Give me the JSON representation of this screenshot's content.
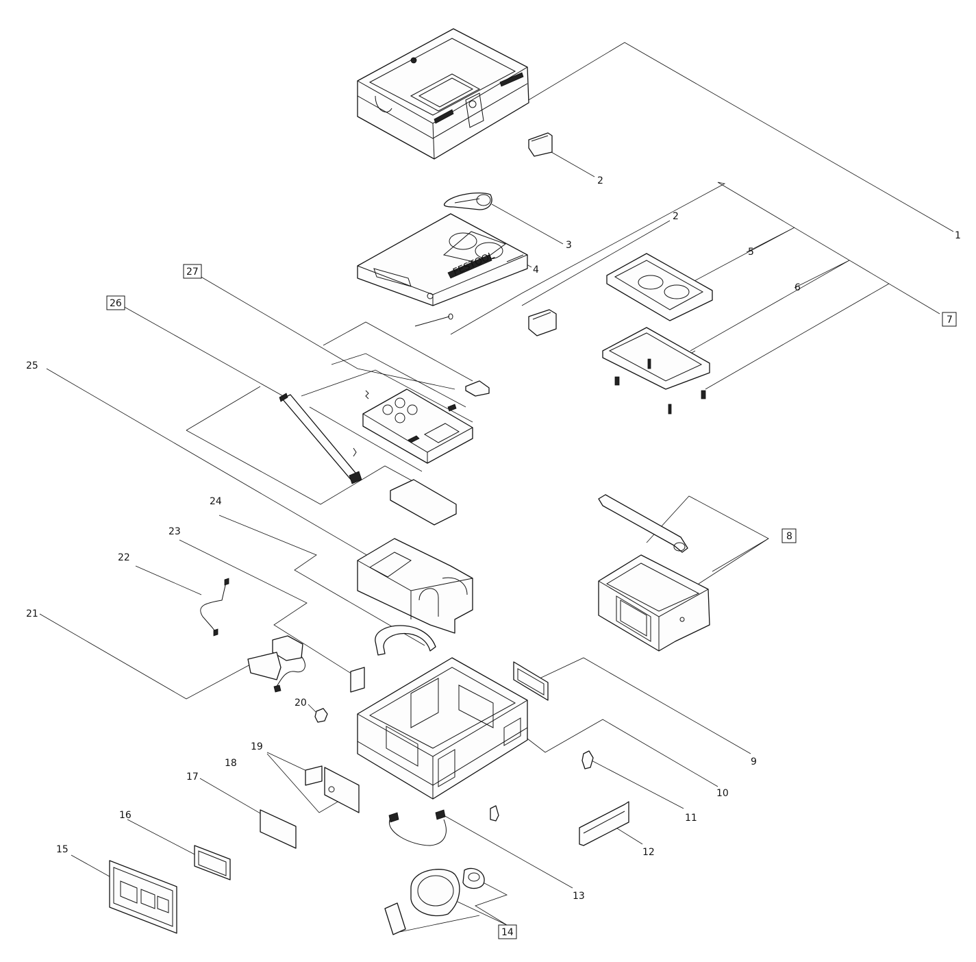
{
  "diagram": {
    "callouts": [
      {
        "id": "c1",
        "text": "1",
        "boxed": false
      },
      {
        "id": "c2a",
        "text": "2",
        "boxed": false
      },
      {
        "id": "c2b",
        "text": "2",
        "boxed": false
      },
      {
        "id": "c3",
        "text": "3",
        "boxed": false
      },
      {
        "id": "c4",
        "text": "4",
        "boxed": false
      },
      {
        "id": "c5",
        "text": "5",
        "boxed": false
      },
      {
        "id": "c6",
        "text": "6",
        "boxed": false
      },
      {
        "id": "c7",
        "text": "7",
        "boxed": true
      },
      {
        "id": "c8",
        "text": "8",
        "boxed": true
      },
      {
        "id": "c9",
        "text": "9",
        "boxed": false
      },
      {
        "id": "c10",
        "text": "10",
        "boxed": false
      },
      {
        "id": "c11",
        "text": "11",
        "boxed": false
      },
      {
        "id": "c12",
        "text": "12",
        "boxed": false
      },
      {
        "id": "c13",
        "text": "13",
        "boxed": false
      },
      {
        "id": "c14",
        "text": "14",
        "boxed": true
      },
      {
        "id": "c15",
        "text": "15",
        "boxed": false
      },
      {
        "id": "c16",
        "text": "16",
        "boxed": false
      },
      {
        "id": "c17",
        "text": "17",
        "boxed": false
      },
      {
        "id": "c18",
        "text": "18",
        "boxed": false
      },
      {
        "id": "c19",
        "text": "19",
        "boxed": false
      },
      {
        "id": "c20",
        "text": "20",
        "boxed": false
      },
      {
        "id": "c21",
        "text": "21",
        "boxed": false
      },
      {
        "id": "c22",
        "text": "22",
        "boxed": false
      },
      {
        "id": "c23",
        "text": "23",
        "boxed": false
      },
      {
        "id": "c24",
        "text": "24",
        "boxed": false
      },
      {
        "id": "c25",
        "text": "25",
        "boxed": false
      },
      {
        "id": "c26",
        "text": "26",
        "boxed": true
      },
      {
        "id": "c27",
        "text": "27",
        "boxed": true
      }
    ],
    "logo_text": "FESTOOL"
  }
}
